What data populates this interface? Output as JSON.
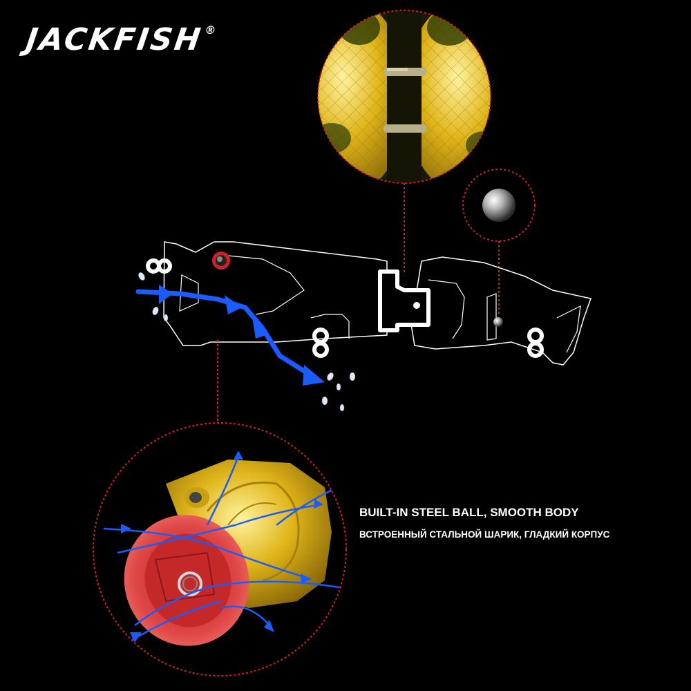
{
  "brand": {
    "name": "JACKFISH",
    "mark": "®"
  },
  "caption": {
    "en": "BUILT-IN STEEL BALL, SMOOTH BODY",
    "ru": "ВСТРОЕННЫЙ СТАЛЬНОЙ ШАРИК, ГЛАДКИЙ КОРПУС"
  },
  "colors": {
    "background": "#000000",
    "callout_line": "#d0202a",
    "water_arrow": "#1a5cff",
    "lure_gold": "#e0b51a",
    "lure_red": "#d63a3a",
    "outline": "#ffffff"
  },
  "diagram": {
    "callouts": [
      "joint-detail",
      "steel-ball-detail",
      "popper-mouth-detail"
    ],
    "hook_eyes": 3
  }
}
